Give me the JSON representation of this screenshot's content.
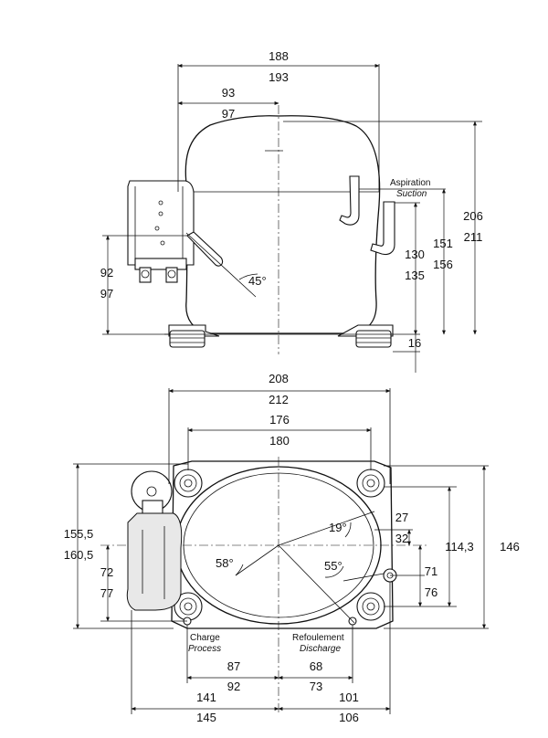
{
  "top_view": {
    "width_outer": [
      "188",
      "193"
    ],
    "width_half": [
      "93",
      "97"
    ],
    "height_total": [
      "206",
      "211"
    ],
    "height_suction": [
      "151",
      "156"
    ],
    "height_port": [
      "130",
      "135"
    ],
    "height_box": [
      "92",
      "97"
    ],
    "base_offset": "16",
    "angle": "45°",
    "suction_label": "Aspiration",
    "suction_label_en": "Suction"
  },
  "bottom_view": {
    "base_width": [
      "208",
      "212"
    ],
    "hole_spacing": [
      "176",
      "180"
    ],
    "left_height": [
      "155,5",
      "160,5"
    ],
    "left_port": [
      "72",
      "77"
    ],
    "right_a": [
      "27",
      "32"
    ],
    "right_b": [
      "71",
      "76"
    ],
    "right_height": [
      "114,3",
      "146"
    ],
    "angle_left": "58°",
    "angle_right": "55°",
    "angle_small": "19°",
    "charge_label": "Charge",
    "charge_label_en": "Process",
    "discharge_label": "Refoulement",
    "discharge_label_en": "Discharge",
    "bottom_left_inner": [
      "87",
      "92"
    ],
    "bottom_right_inner": [
      "68",
      "73"
    ],
    "bottom_left_outer": [
      "141",
      "145"
    ],
    "bottom_right_outer": [
      "101",
      "106"
    ]
  }
}
